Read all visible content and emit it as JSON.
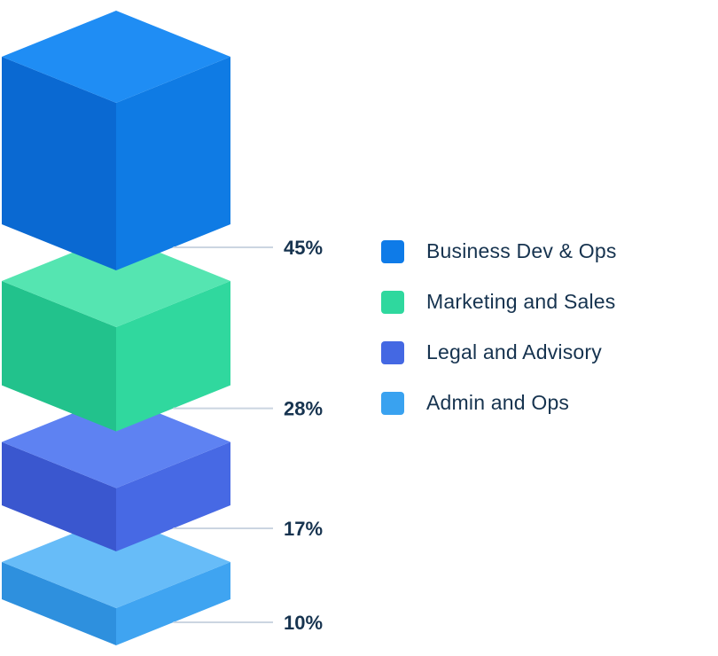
{
  "chart_data": {
    "type": "bar",
    "variant": "isometric-3d-stacked",
    "title": "",
    "unit": "%",
    "categories": [
      "Business Dev & Ops",
      "Marketing and Sales",
      "Legal and Advisory",
      "Admin and Ops"
    ],
    "values": [
      45,
      28,
      17,
      10
    ],
    "segments": [
      {
        "label": "Business Dev & Ops",
        "value": 45,
        "display": "45%",
        "color": "#0E7BE8",
        "face_top": "#1F8DF4",
        "face_left": "#0A69D2",
        "face_right": "#0F7BE4"
      },
      {
        "label": "Marketing and Sales",
        "value": 28,
        "display": "28%",
        "color": "#2FD89E",
        "face_top": "#55E5B1",
        "face_left": "#22C28C",
        "face_right": "#30D89E"
      },
      {
        "label": "Legal and Advisory",
        "value": 17,
        "display": "17%",
        "color": "#4468E3",
        "face_top": "#5E82F2",
        "face_left": "#3A57CF",
        "face_right": "#4769E4"
      },
      {
        "label": "Admin and Ops",
        "value": 10,
        "display": "10%",
        "color": "#39A2F0",
        "face_top": "#67BCF8",
        "face_left": "#2E90DE",
        "face_right": "#3FA4F1"
      }
    ],
    "legend_position": "right",
    "grid": false,
    "colors": {
      "label_text": "#16334F",
      "callout_line": "#CBD5E1",
      "background": "#FFFFFF"
    }
  }
}
